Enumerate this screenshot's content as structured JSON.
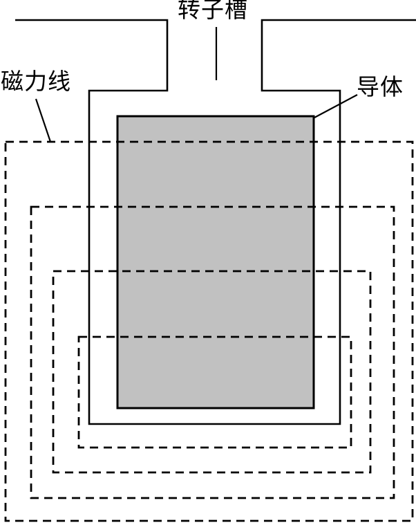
{
  "diagram": {
    "labels": {
      "rotor_slot": "转子槽",
      "field_lines": "磁力线",
      "conductor": "导体"
    },
    "colors": {
      "line": "#000000",
      "conductor_fill": "#c1c1c1",
      "background": "#ffffff"
    }
  }
}
